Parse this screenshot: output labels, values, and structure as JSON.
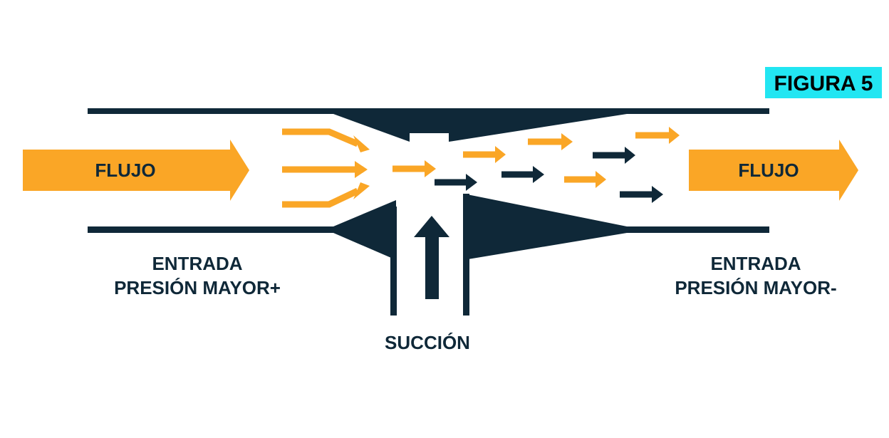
{
  "figure": {
    "label": "FIGURA 5",
    "badge_color": "#22e6f2"
  },
  "colors": {
    "dark": "#0f2838",
    "flow": "#faa626",
    "background": "#ffffff"
  },
  "labels": {
    "flow_in": "FLUJO",
    "flow_out": "FLUJO",
    "inlet_line1": "ENTRADA",
    "inlet_line2": "PRESIÓN MAYOR+",
    "outlet_line1": "ENTRADA",
    "outlet_line2": "PRESIÓN MAYOR-",
    "suction": "SUCCIÓN"
  },
  "icons": {
    "flow_arrow": "orange-arrow-icon",
    "suction_arrow": "dark-arrow-icon"
  }
}
